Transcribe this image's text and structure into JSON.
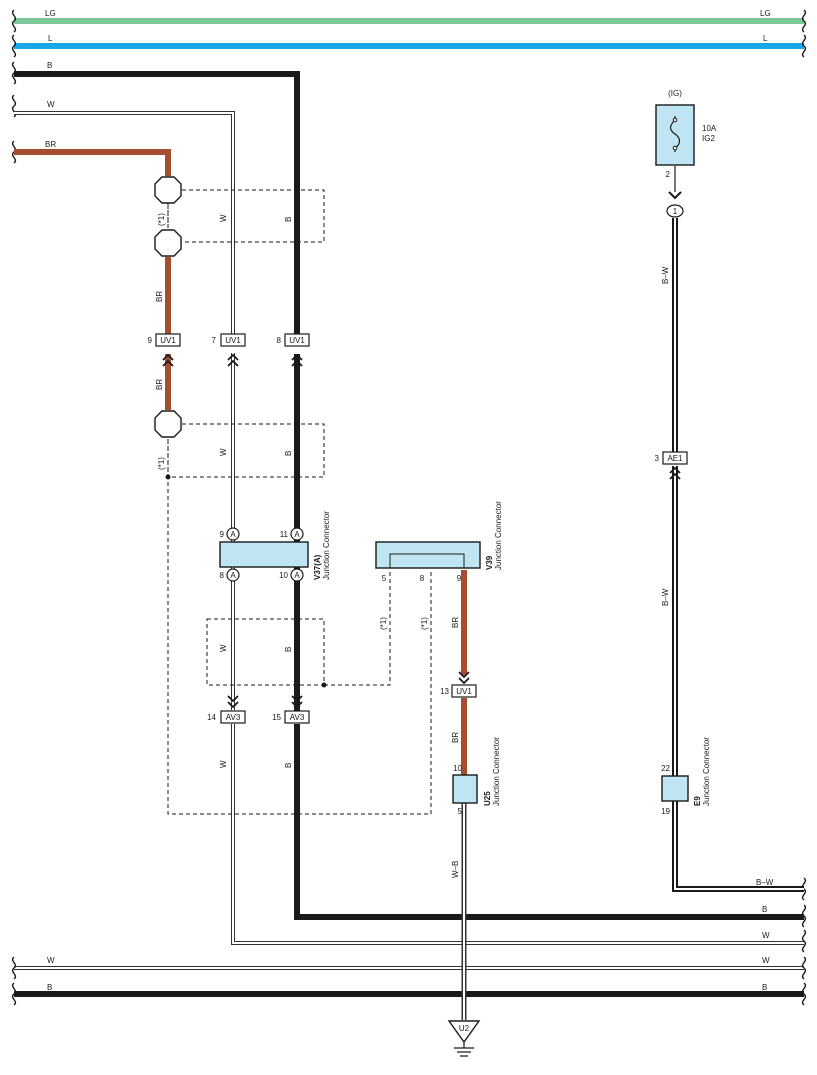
{
  "colors": {
    "LG": "#7dc79b",
    "L": "#1aa7e8",
    "B": "#1a1a1a",
    "BR": "#a44e2f",
    "W": "#ffffff",
    "connector_fill": "#bfe5f3"
  },
  "wires": {
    "LG_left": "LG",
    "LG_right": "LG",
    "L_left": "L",
    "L_right": "L",
    "B_top": "B",
    "W_top": "W",
    "BR_top": "BR",
    "W_shield1": "W",
    "B_shield1": "B",
    "BR_a": "BR",
    "BR_b": "BR",
    "W_shield2": "W",
    "B_shield2": "B",
    "W_shield3": "W",
    "B_shield3": "B",
    "BR_v39": "BR",
    "BR_uv1_13": "BR",
    "W_av3": "W",
    "B_av3": "B",
    "WB_u25": "W–B",
    "BW_top": "B–W",
    "BW_mid": "B–W",
    "right_BW": "B–W",
    "right_B1": "B",
    "right_W1": "W",
    "right_W2": "W",
    "right_B2": "B",
    "left_W2": "W",
    "left_B2": "B"
  },
  "shield_notes": {
    "s1": "(*1)",
    "s2": "(*1)",
    "s3": "(*1)",
    "s4": "(*1)"
  },
  "connectors": {
    "uv1_9": {
      "pin": "9",
      "name": "UV1"
    },
    "uv1_7": {
      "pin": "7",
      "name": "UV1"
    },
    "uv1_8": {
      "pin": "8",
      "name": "UV1"
    },
    "uv1_13": {
      "pin": "13",
      "name": "UV1"
    },
    "av3_14": {
      "pin": "14",
      "name": "AV3"
    },
    "av3_15": {
      "pin": "15",
      "name": "AV3"
    },
    "ae1_3": {
      "pin": "3",
      "name": "AE1"
    }
  },
  "v37": {
    "code": "V37(A)",
    "title": "Junction Connector",
    "letter": "A",
    "pin_tl": "9",
    "pin_tr": "11",
    "pin_bl": "8",
    "pin_br": "10"
  },
  "v39": {
    "code": "V39",
    "title": "Junction Connector",
    "pin_a": "5",
    "pin_b": "8",
    "pin_c": "9"
  },
  "u25": {
    "code": "U25",
    "title": "Junction Connector",
    "pin_top": "10",
    "pin_bottom": "5"
  },
  "e9": {
    "code": "E9",
    "title": "Junction Connector",
    "pin_top": "22",
    "pin_bottom": "19"
  },
  "fuse": {
    "source": "(IG)",
    "rating": "10A",
    "name": "IG2",
    "pin": "2",
    "junction": "1"
  },
  "ground": {
    "code": "U2"
  }
}
